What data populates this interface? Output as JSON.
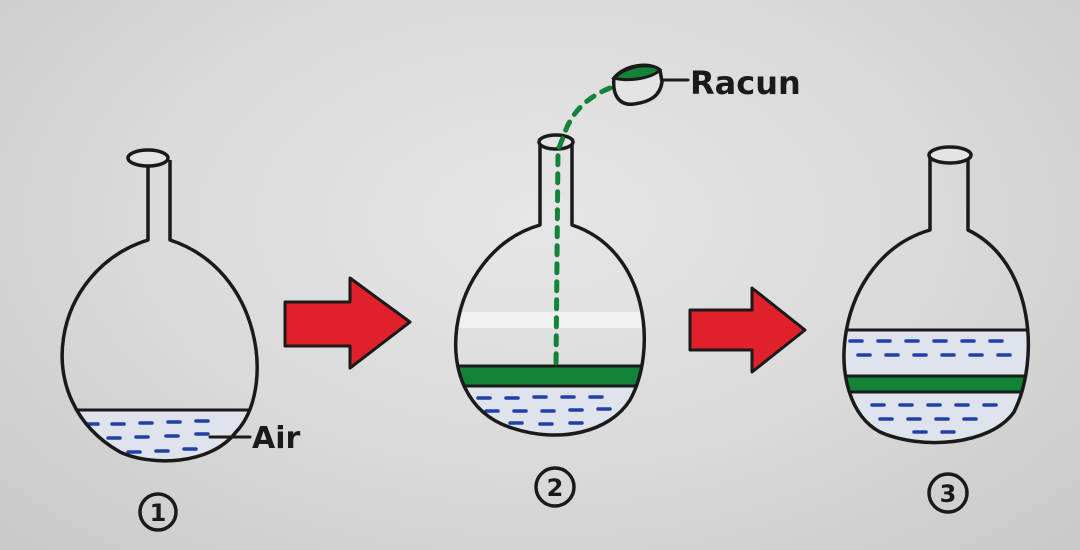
{
  "labels": {
    "air": "Air",
    "racun": "Racun"
  },
  "steps": [
    "1",
    "2",
    "3"
  ],
  "colors": {
    "ink": "#1a1a1a",
    "water_dash": "#2340a8",
    "poison": "#13833a",
    "arrow": "#e0202a"
  }
}
